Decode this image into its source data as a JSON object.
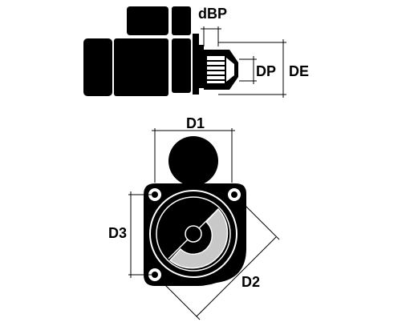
{
  "labels": {
    "dbp": "dBP",
    "dp": "DP",
    "de": "DE",
    "d1": "D1",
    "d2": "D2",
    "d3": "D3"
  },
  "colors": {
    "ink": "#000000",
    "paper": "#ffffff",
    "shade": "#c8c8c8"
  }
}
